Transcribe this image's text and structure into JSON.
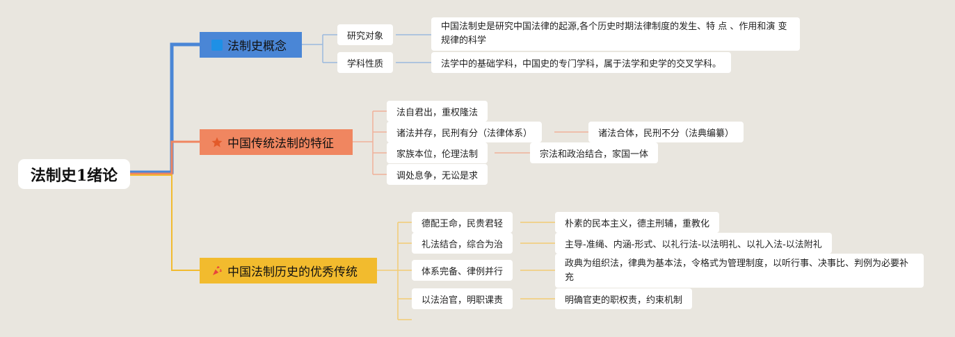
{
  "title": "法制史1绪论",
  "colors": {
    "background": "#e9e6df",
    "branch1": "#4a86d6",
    "branch2": "#f08660",
    "branch3": "#f2bb2e",
    "line1": "#9ab8de",
    "line2": "#f0b09a",
    "line3": "#f2cc73"
  },
  "branches": [
    {
      "label": "法制史概念",
      "icon": "blue-square-icon",
      "children": [
        {
          "label": "研究对象",
          "detail": "中国法制史是研究中国法律的起源,各个历史时期法律制度的发生、特 点 、作用和演 变规律的科学"
        },
        {
          "label": "学科性质",
          "detail": "法学中的基础学科，中国史的专门学科，属于法学和史学的交叉学科。"
        }
      ]
    },
    {
      "label": "中国传统法制的特征",
      "icon": "star-icon",
      "children": [
        {
          "label": "法自君出，重权隆法"
        },
        {
          "label": "诸法并存，民刑有分（法律体系）",
          "detail": "诸法合体，民刑不分（法典编纂）"
        },
        {
          "label": "家族本位，伦理法制",
          "detail": "宗法和政治结合，家国一体"
        },
        {
          "label": "调处息争，无讼是求"
        }
      ]
    },
    {
      "label": "中国法制历史的优秀传统",
      "icon": "party-popper-icon",
      "children": [
        {
          "label": "德配王命，民贵君轻",
          "detail": "朴素的民本主义，德主刑辅，重教化"
        },
        {
          "label": "礼法结合，综合为治",
          "detail": "主导-准绳、内涵-形式、以礼行法-以法明礼、以礼入法-以法附礼"
        },
        {
          "label": "体系完备、律例并行",
          "detail": "政典为组织法，律典为基本法，令格式为管理制度，以听行事、决事比、判例为必要补充"
        },
        {
          "label": "以法治官，明职课责",
          "detail": "明确官吏的职权责，约束机制"
        }
      ]
    }
  ]
}
